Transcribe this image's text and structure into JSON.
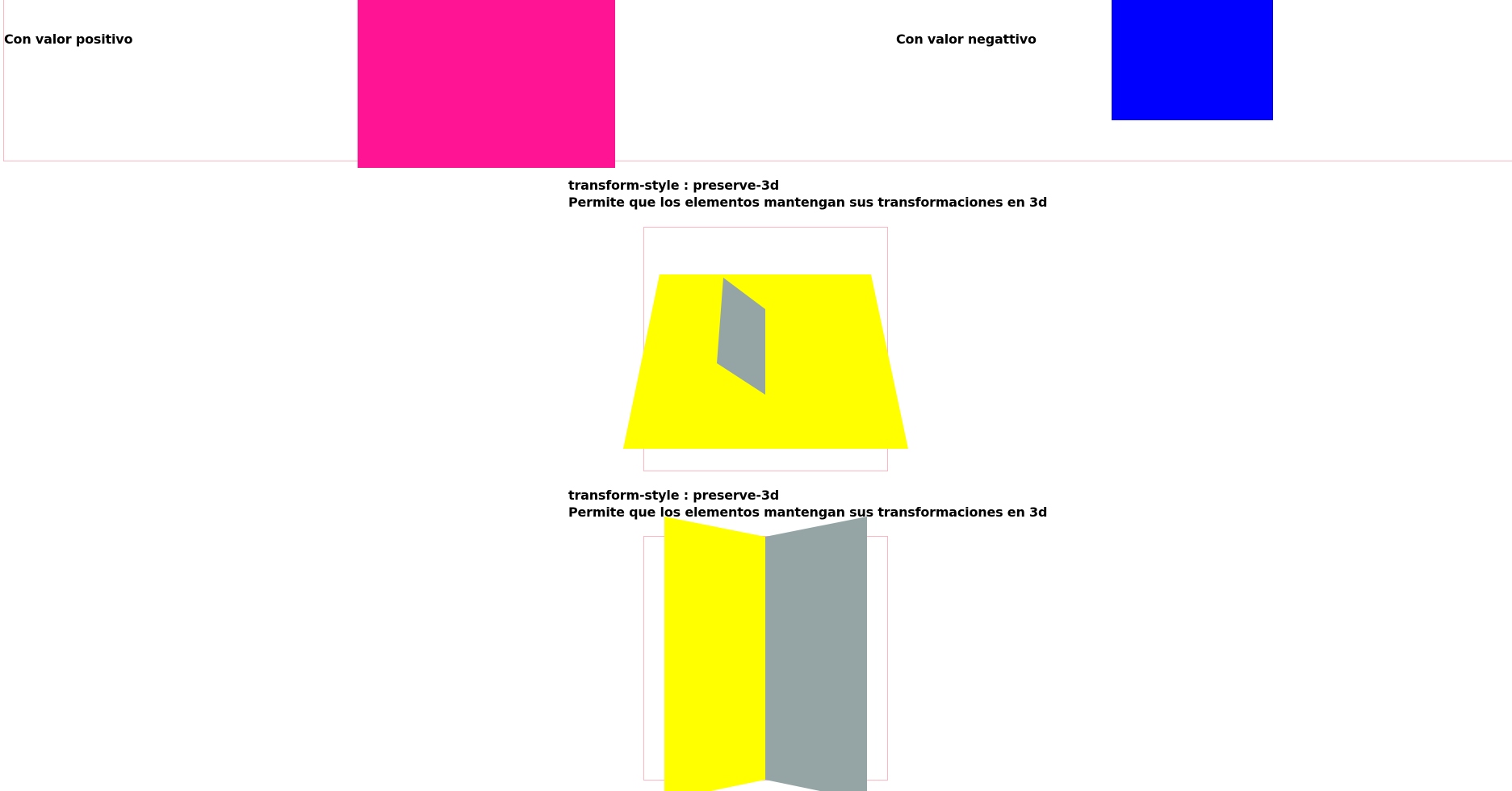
{
  "section_perspective": {
    "positive_label": "Con valor positivo",
    "negative_label": "Con valor negattivo",
    "colors": {
      "positive_box": "#ff1493",
      "negative_box": "#0000ff",
      "outline": "#ffb6c1"
    }
  },
  "demo_one": {
    "title": "transform-style : preserve-3d",
    "description": "Permite que los elementos mantengan sus transformaciones en 3d",
    "colors": {
      "parent": "#ffff00",
      "child": "#95a5a6",
      "outline": "#ffb6c1"
    }
  },
  "demo_two": {
    "title": "transform-style : preserve-3d",
    "description": "Permite que los elementos mantengan sus transformaciones en 3d",
    "colors": {
      "left_panel": "#ffff00",
      "right_panel": "#95a5a6",
      "outline": "#ffb6c1"
    }
  }
}
